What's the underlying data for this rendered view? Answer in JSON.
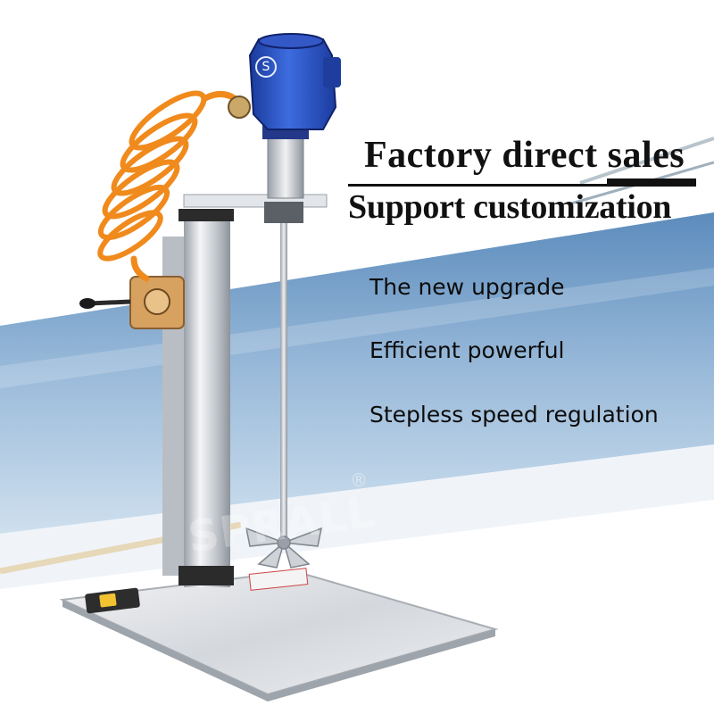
{
  "headline": {
    "line1": "Factory  direct  sales",
    "line2": "Support customization"
  },
  "features": [
    "The new upgrade",
    "Efficient  powerful",
    "Stepless speed regulation"
  ],
  "watermark": {
    "brand": "SPRALL",
    "registered_mark": "®"
  },
  "motor_badge": "S",
  "colors": {
    "motor_blue": "#2a52c8",
    "hose_orange": "#f08a1c",
    "wave_blue": "#7aa3cc",
    "steel": "#c8ccd2"
  }
}
